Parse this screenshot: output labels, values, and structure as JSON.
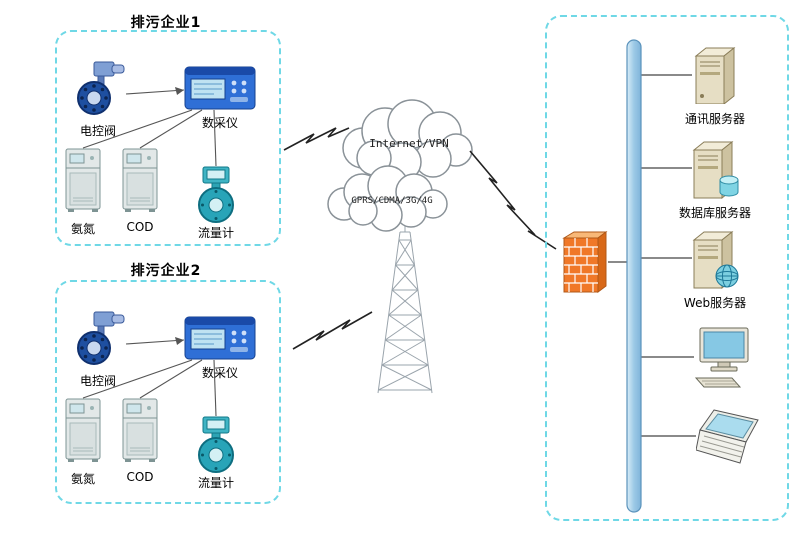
{
  "enterprises": [
    {
      "title": "排污企业1",
      "devices": {
        "valve": "电控阀",
        "collector": "数采仪",
        "ammonia": "氨氮",
        "cod": "COD",
        "flowmeter": "流量计"
      }
    },
    {
      "title": "排污企业2",
      "devices": {
        "valve": "电控阀",
        "collector": "数采仪",
        "ammonia": "氨氮",
        "cod": "COD",
        "flowmeter": "流量计"
      }
    }
  ],
  "network": {
    "cloud_top_label": "Internet/VPN",
    "cloud_bottom_label": "GPRS/CDMA/3G/4G"
  },
  "datacenter": {
    "servers": [
      {
        "label": "通讯服务器"
      },
      {
        "label": "数据库服务器"
      },
      {
        "label": "Web服务器"
      }
    ]
  },
  "icons": {
    "valve": "electric-control-valve-icon",
    "collector": "data-acquisition-device-icon",
    "cabinet": "analyzer-cabinet-icon",
    "flowmeter": "electromagnetic-flowmeter-icon",
    "cloud": "network-cloud-icon",
    "tower": "radio-tower-icon",
    "lightning": "wireless-link-icon",
    "firewall": "firewall-brick-icon",
    "server": "server-tower-icon",
    "desktop": "desktop-computer-icon",
    "laptop": "laptop-computer-icon"
  },
  "colors": {
    "boundary_cyan": "#6fd8e6",
    "firewall_orange": "#f07828",
    "bus_blue": "#9cc9e6",
    "device_blue": "#2f6fd6",
    "meter_teal": "#28a4b8",
    "valve_navy": "#1e4fa0",
    "server_beige": "#e6dec4"
  }
}
